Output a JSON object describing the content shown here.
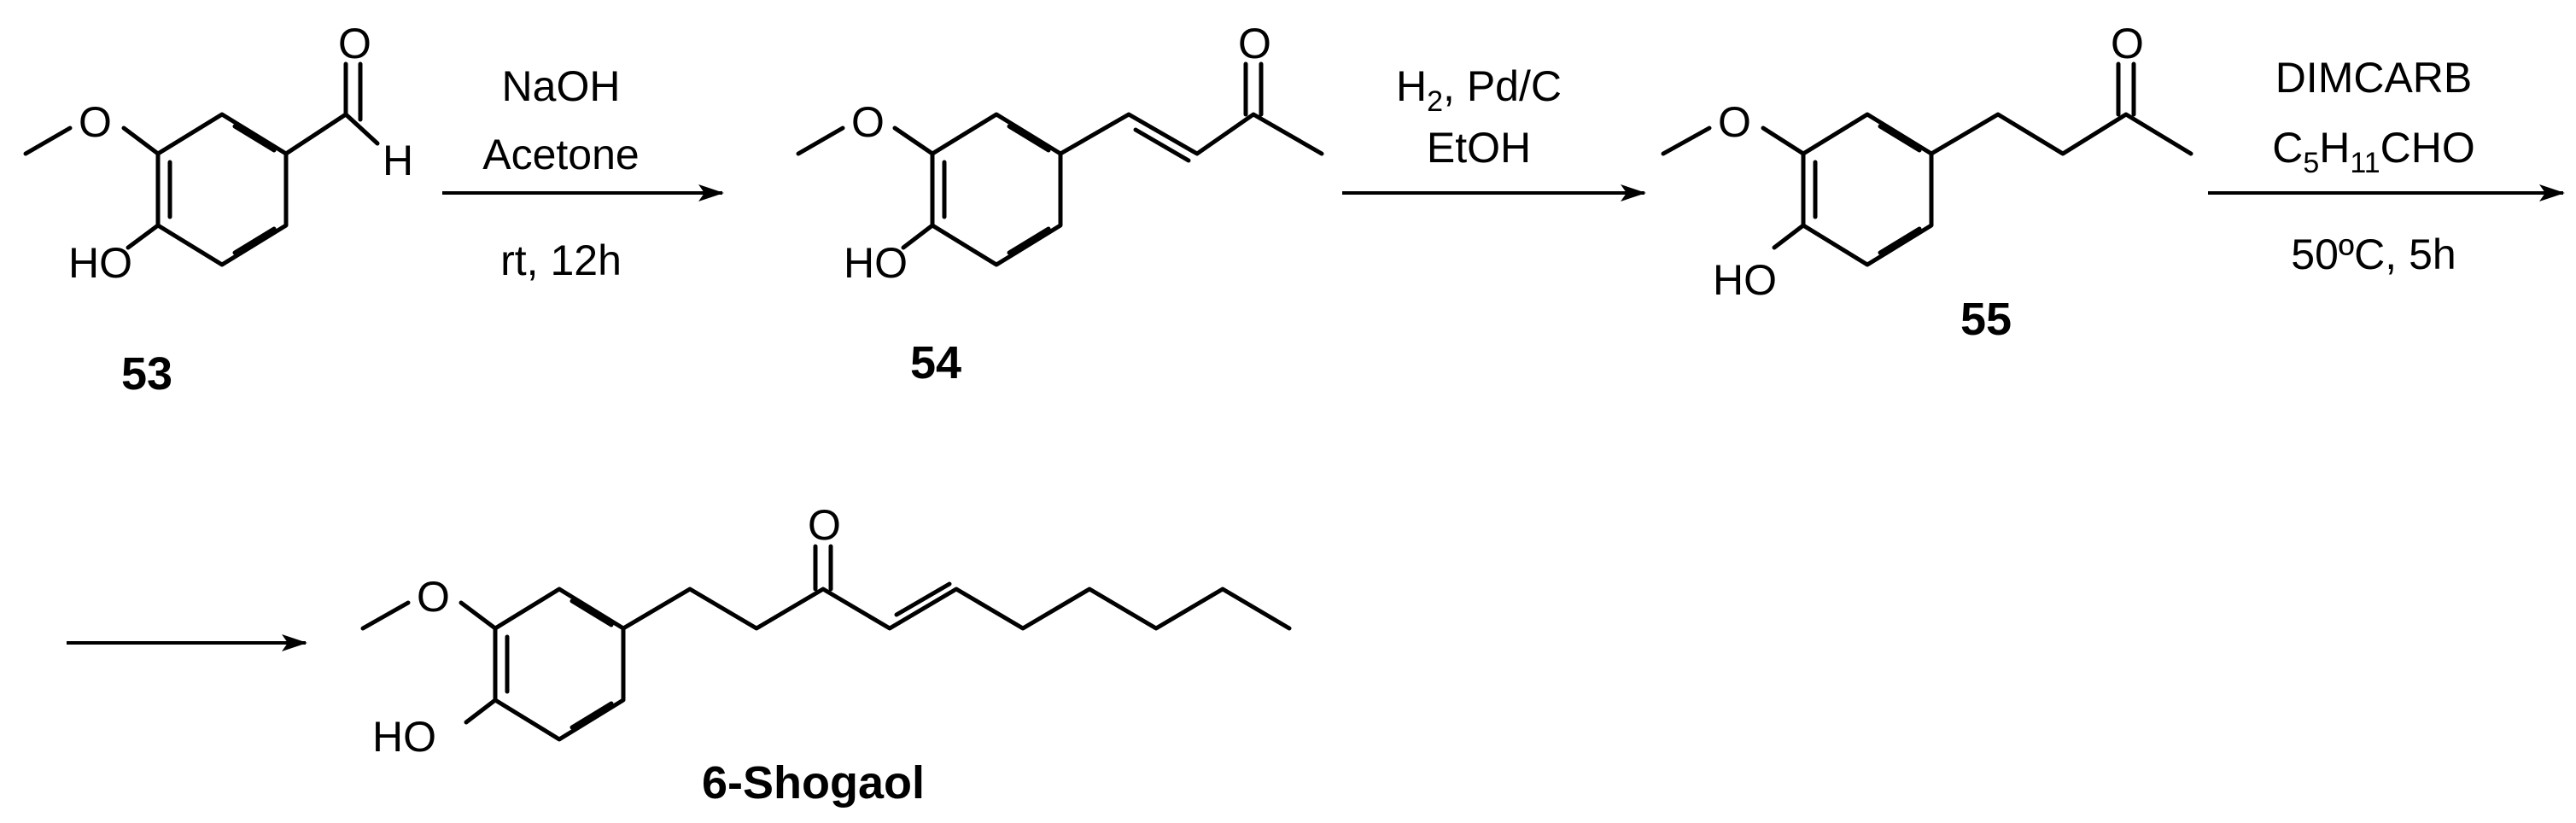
{
  "title": "",
  "compounds": {
    "c53": {
      "label": "53",
      "atoms": {
        "o_methoxy": "O",
        "hydroxyl": "HO",
        "carbonyl_o": "O",
        "aldehyde_h": "H"
      }
    },
    "c54": {
      "label": "54",
      "atoms": {
        "o_methoxy": "O",
        "hydroxyl": "HO",
        "carbonyl_o": "O"
      }
    },
    "c55": {
      "label": "55",
      "atoms": {
        "o_methoxy": "O",
        "hydroxyl": "HO",
        "carbonyl_o": "O"
      }
    },
    "shogaol": {
      "label": "6-Shogaol",
      "atoms": {
        "o_methoxy": "O",
        "hydroxyl": "HO",
        "carbonyl_o": "O"
      }
    }
  },
  "steps": [
    {
      "above": [
        "NaOH",
        "Acetone"
      ],
      "below": [
        "rt, 12h"
      ]
    },
    {
      "above": [
        "H",
        "2",
        ", Pd/C",
        "EtOH"
      ],
      "below": []
    },
    {
      "above": [
        "DIMCARB",
        "C",
        "5",
        "H",
        "11",
        "CHO"
      ],
      "below": [
        "50ºC, 5h"
      ]
    },
    {
      "above": [],
      "below": []
    }
  ]
}
